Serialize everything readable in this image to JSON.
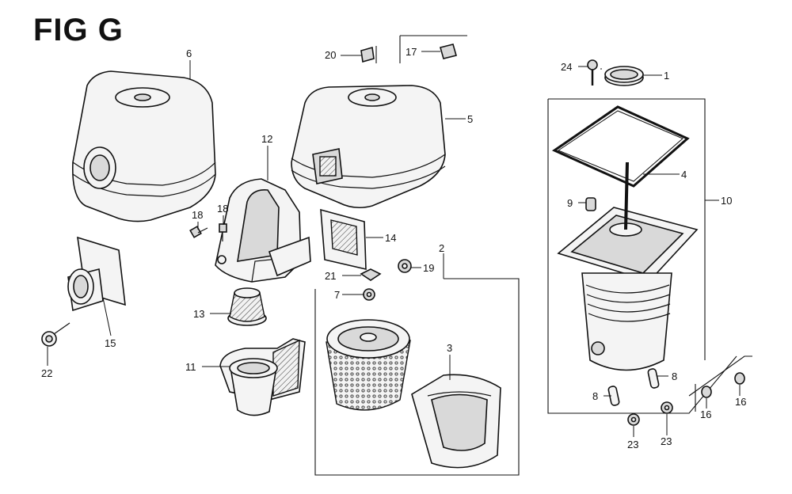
{
  "figure": {
    "title": "FIG G"
  },
  "callouts": {
    "c1": "1",
    "c2": "2",
    "c3": "3",
    "c4": "4",
    "c5": "5",
    "c6": "6",
    "c7": "7",
    "c8a": "8",
    "c8b": "8",
    "c9": "9",
    "c10": "10",
    "c11": "11",
    "c12": "12",
    "c13": "13",
    "c14": "14",
    "c15": "15",
    "c16a": "16",
    "c16b": "16",
    "c17": "17",
    "c18a": "18",
    "c18b": "18",
    "c19": "19",
    "c20": "20",
    "c21": "21",
    "c22": "22",
    "c23a": "23",
    "c23b": "23",
    "c24": "24"
  }
}
